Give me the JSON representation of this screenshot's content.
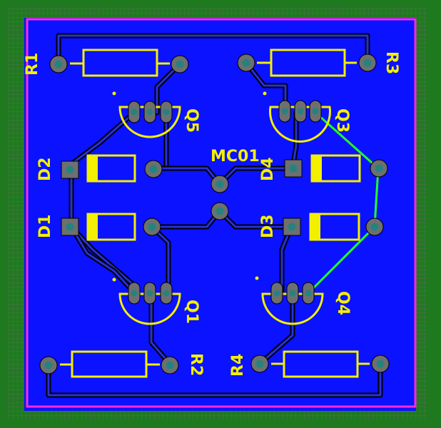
{
  "board": {
    "colors": {
      "background": "#1f7a1f",
      "copper": "#0b12ff",
      "outline": "#ff2bd6",
      "silkscreen": "#f2ef00",
      "pad": "#6f6f6f",
      "pad_hole": "#25837f",
      "ratsnest": "#23ff23",
      "keepout_grid": "#5a6b5a"
    }
  },
  "labels": {
    "r1": "R1",
    "r2": "R2",
    "r3": "R3",
    "r4": "R4",
    "d1": "D1",
    "d2": "D2",
    "d3": "D3",
    "d4": "D4",
    "q1": "Q1",
    "q3": "Q3",
    "q4": "Q4",
    "q5": "Q5",
    "mc": "MC01"
  }
}
